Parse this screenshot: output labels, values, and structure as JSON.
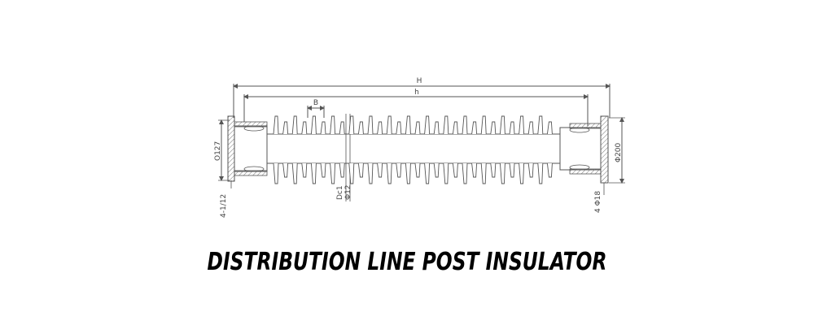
{
  "title": "DISTRIBUTION LINE POST INSULATOR",
  "dimensions": {
    "overall_length": "H",
    "inner_length": "h",
    "shed_spacing": "B",
    "left_flange_diameter": "O127",
    "left_bolt_holes": "4-1/12",
    "center_mark_top": "Dc1",
    "center_mark_bottom": "Φ12",
    "right_flange_diameter": "Φ200",
    "right_bolt_holes": "4 Φ18"
  },
  "colors": {
    "line": "#555555",
    "hatch": "#777777",
    "text": "#000000"
  }
}
